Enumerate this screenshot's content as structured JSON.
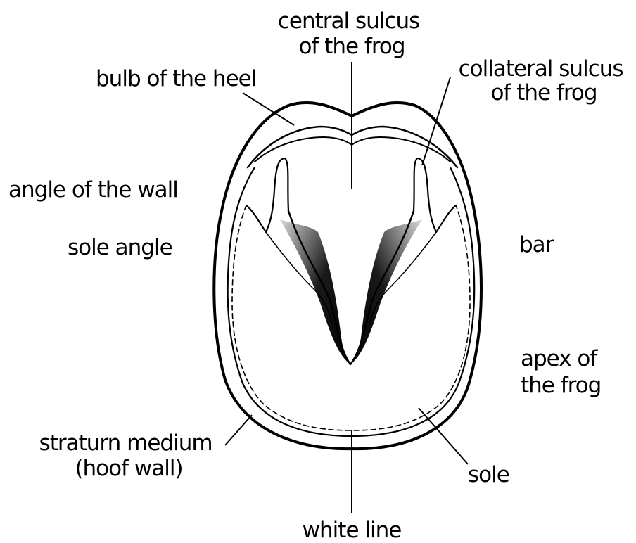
{
  "labels": {
    "central_sulcus": [
      "central sulcus",
      "of the frog"
    ],
    "collateral_sulcus": [
      "collateral sulcus",
      "of the frog"
    ],
    "bulb_of_heel": "bulb of the heel",
    "angle_of_wall": "angle of the wall",
    "sole_angle": "sole angle",
    "bar": "bar",
    "apex_of_frog": [
      "apex of",
      "the frog"
    ],
    "stratum_medium": [
      "straturn medium",
      "(hoof wall)"
    ],
    "sole": "sole",
    "white_line": "white line"
  },
  "colors": {
    "ink": "#000000",
    "background": "#ffffff"
  }
}
